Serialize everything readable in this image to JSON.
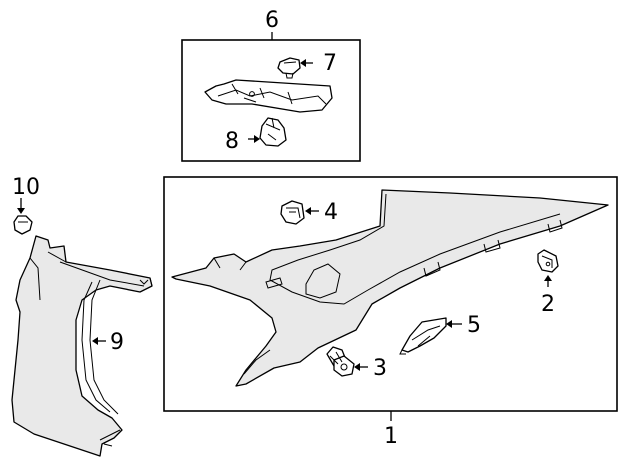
{
  "callouts": {
    "c1": "1",
    "c2": "2",
    "c3": "3",
    "c4": "4",
    "c5": "5",
    "c6": "6",
    "c7": "7",
    "c8": "8",
    "c9": "9",
    "c10": "10"
  },
  "colors": {
    "line": "#000000",
    "background": "#ffffff",
    "part_fill": "#e9e9e9"
  }
}
